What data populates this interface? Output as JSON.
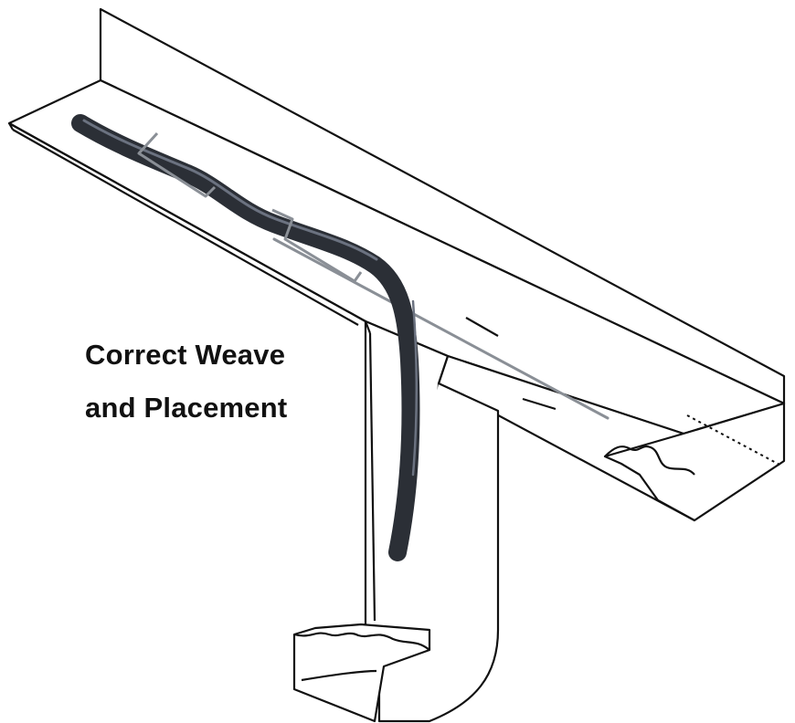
{
  "caption": {
    "line1": "Correct Weave",
    "line2": "and Placement"
  },
  "colors": {
    "outline": "#111111",
    "cable": "#2b2f36",
    "cable_highlight": "#6b7280",
    "clip_wire": "#8a8f96",
    "background": "#ffffff"
  },
  "components": {
    "gutter": "gutter",
    "downspout": "downspout",
    "heat_cable": "heat-cable",
    "gutter_clips": [
      "clip",
      "clip"
    ],
    "guide_wire": "guide-wire"
  }
}
